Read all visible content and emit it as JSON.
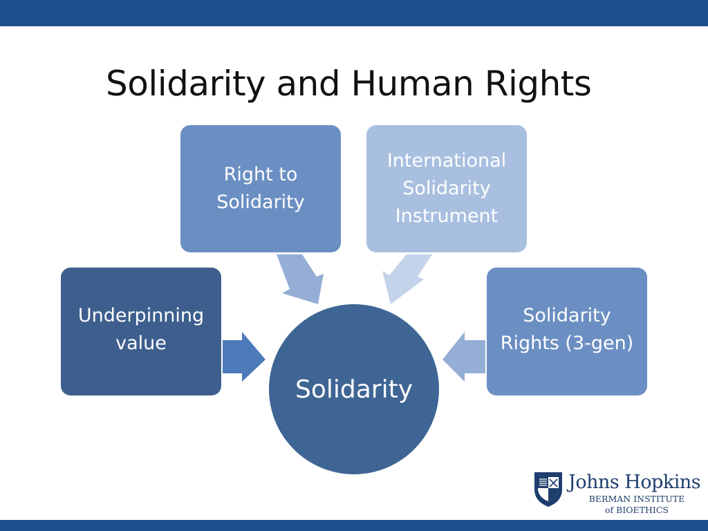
{
  "slide": {
    "title": "Solidarity and Human Rights"
  },
  "diagram": {
    "center": "Solidarity",
    "nodes": [
      {
        "id": "top-left",
        "label": "Right to\nSolidarity",
        "color": "#6b8fc2"
      },
      {
        "id": "top-right",
        "label": "International\nSolidarity\nInstrument",
        "color": "#a9bfdf"
      },
      {
        "id": "left",
        "label": "Underpinning\nvalue",
        "color": "#3e5f8e"
      },
      {
        "id": "right",
        "label": "Solidarity\nRights (3-gen)",
        "color": "#6b8fc2"
      }
    ]
  },
  "logo": {
    "line1": "Johns Hopkins",
    "line2": "BERMAN INSTITUTE",
    "line3": "of BIOETHICS"
  },
  "colors": {
    "bar": "#1f4e8c",
    "center": "#3e6594"
  }
}
